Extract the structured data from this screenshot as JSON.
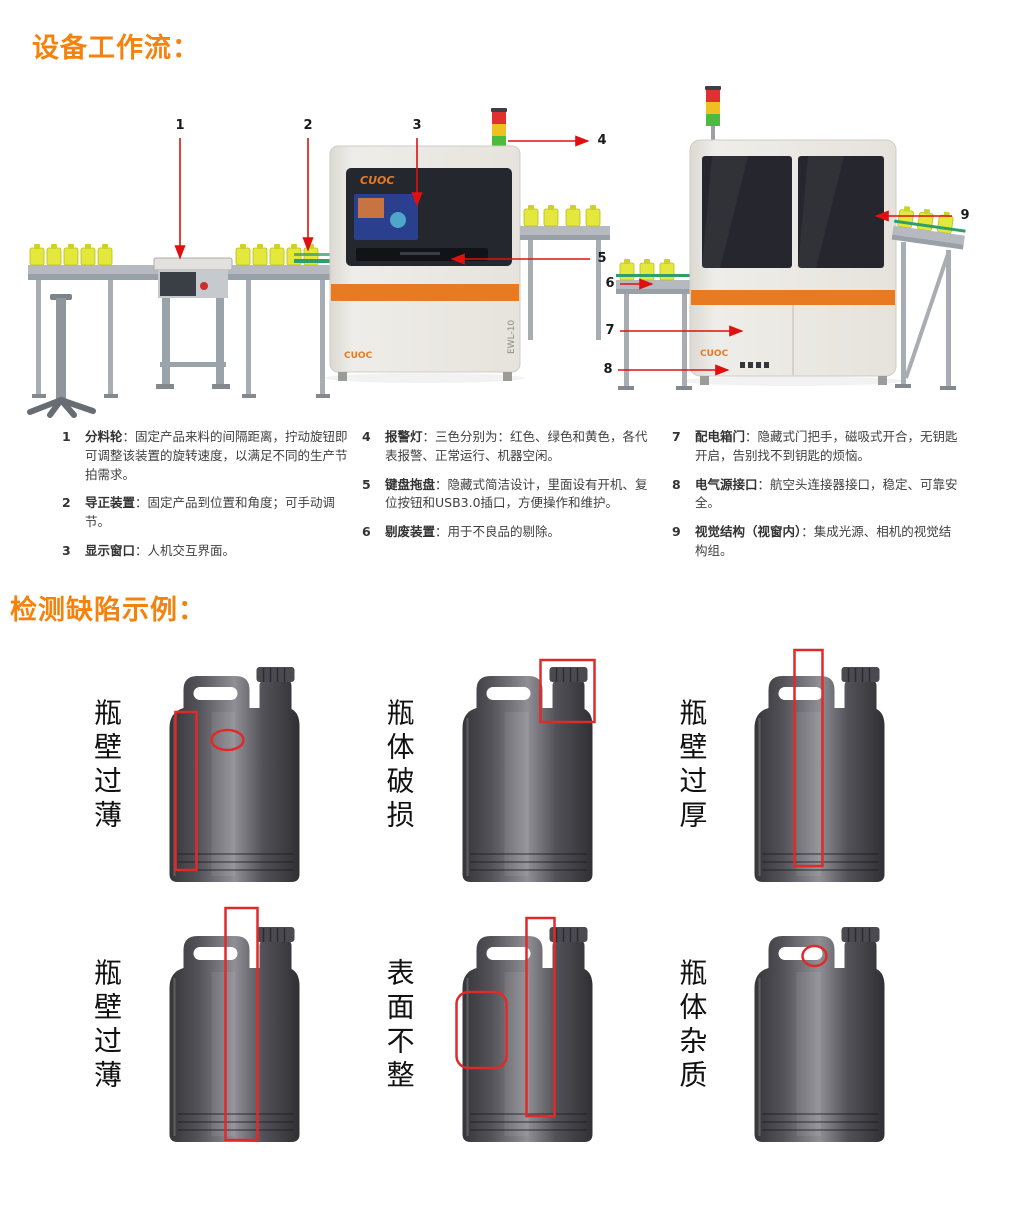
{
  "sections": {
    "workflow_title": "设备工作流：",
    "defects_title": "检测缺陷示例："
  },
  "callouts": [
    "1",
    "2",
    "3",
    "4",
    "5",
    "6",
    "7",
    "8",
    "9"
  ],
  "machine": {
    "brand": "CUOC",
    "model": "EWL-10"
  },
  "legend": {
    "columns": [
      {
        "items": [
          {
            "num": "1",
            "term": "分料轮",
            "desc": "：固定产品来料的间隔距离，拧动旋钮即可调整该装置的旋转速度，以满足不同的生产节拍需求。"
          },
          {
            "num": "2",
            "term": "导正装置",
            "desc": "：固定产品到位置和角度；可手动调节。"
          },
          {
            "num": "3",
            "term": "显示窗口",
            "desc": "：人机交互界面。"
          }
        ]
      },
      {
        "items": [
          {
            "num": "4",
            "term": "报警灯",
            "desc": "：三色分别为：红色、绿色和黄色，各代表报警、正常运行、机器空闲。"
          },
          {
            "num": "5",
            "term": "键盘拖盘",
            "desc": "：隐藏式简洁设计，里面设有开机、复位按钮和USB3.0插口，方便操作和维护。"
          },
          {
            "num": "6",
            "term": "剔废装置",
            "desc": "：用于不良品的剔除。"
          }
        ]
      },
      {
        "items": [
          {
            "num": "7",
            "term": "配电箱门",
            "desc": "：隐藏式门把手，磁吸式开合，无钥匙开启，告别找不到钥匙的烦恼。"
          },
          {
            "num": "8",
            "term": "电气源接口",
            "desc": "：航空头连接器接口，稳定、可靠安全。"
          },
          {
            "num": "9",
            "term": "视觉结构（视窗内）",
            "desc": "：集成光源、相机的视觉结构组。"
          }
        ]
      }
    ]
  },
  "defects": {
    "items": [
      {
        "label": "瓶壁过薄"
      },
      {
        "label": "瓶体破损"
      },
      {
        "label": "瓶壁过厚"
      },
      {
        "label": "瓶壁过薄"
      },
      {
        "label": "表面不整"
      },
      {
        "label": "瓶体杂质"
      }
    ]
  },
  "colors": {
    "title_orange": "#F5820D",
    "machine_accent_orange": "#E87A22",
    "annotation_red": "#E02A2A",
    "bottle_yellow": "#E4E73C",
    "alarm_red": "#E03030",
    "alarm_yellow": "#F0C020",
    "alarm_green": "#4CBB3C"
  }
}
